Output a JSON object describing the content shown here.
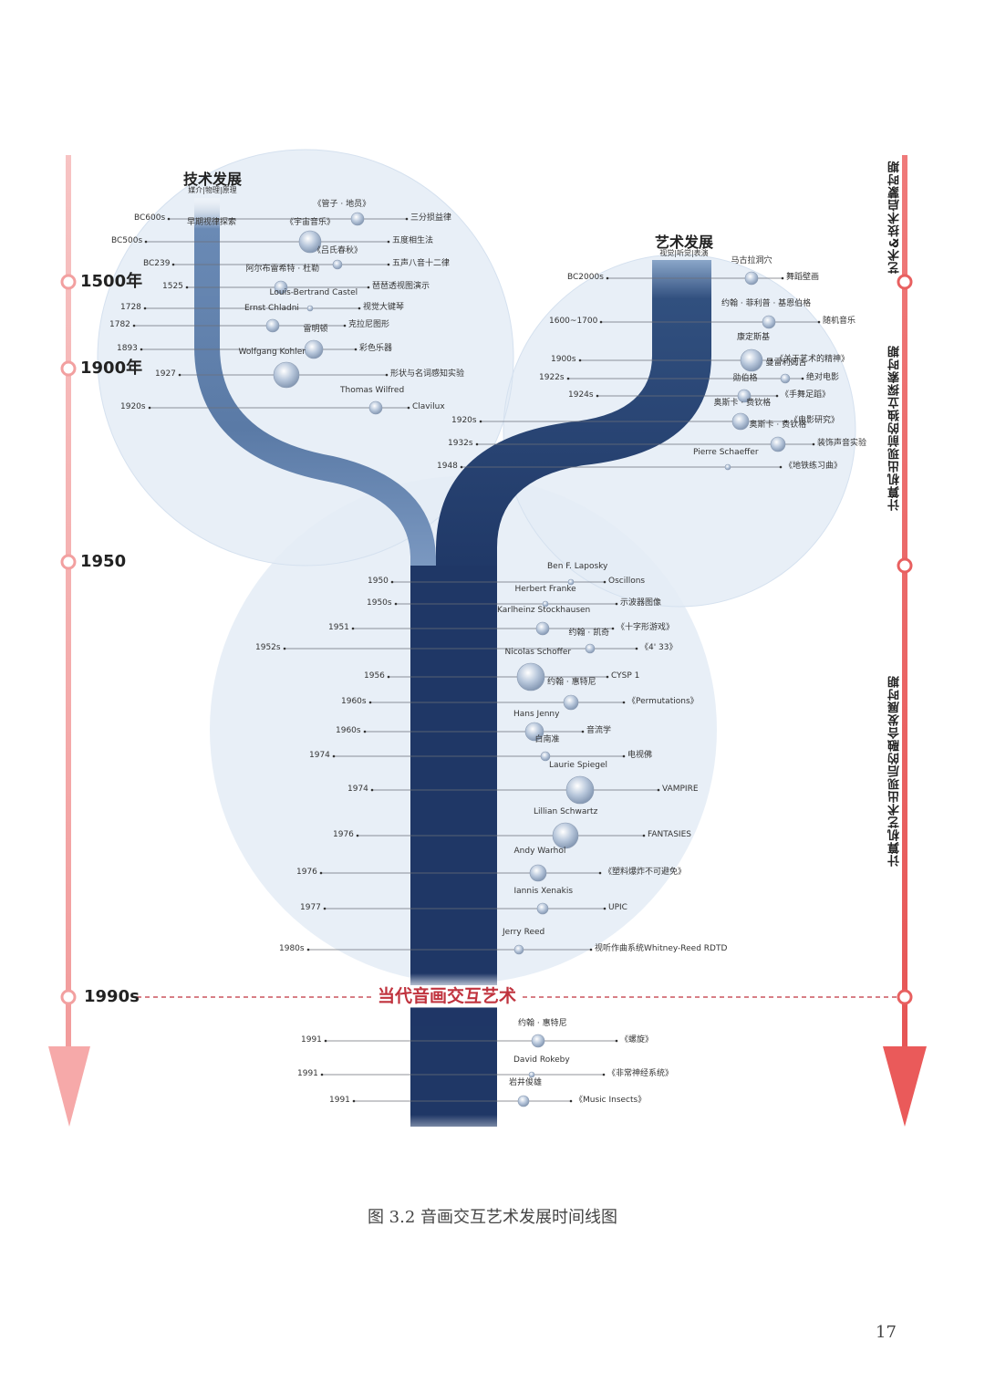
{
  "titles": {
    "tech": "技术发展",
    "tech_sub": "媒介|物理|原理",
    "art": "艺术发展",
    "art_sub": "视觉|听觉|表演",
    "banner": "当代音画交互艺术"
  },
  "periods": {
    "p1": "艺术&技术启蒙时期",
    "p2": "计算机出现前的独立探索时期",
    "p3": "计算机艺术出现后的融合发展时期"
  },
  "eras": [
    "1500年",
    "1900年",
    "1950",
    "1990s"
  ],
  "caption": "图 3.2 音画交互艺术发展时间线图",
  "page_number": "17",
  "colors": {
    "circle": "#e3ecf6",
    "trunk_dark": "#1f3766",
    "branch_mid": "#5f7faa",
    "axis_left": "#f2a7a7",
    "axis_right": "#ec6c6c",
    "banner": "#c0333e"
  },
  "tech_events": [
    {
      "date": "BC600s",
      "top": "",
      "label": "《管子 · 地员》",
      "right": "三分损益律"
    },
    {
      "date": "BC500s",
      "top": "早期视律探索",
      "label": "《宇宙音乐》",
      "right": "五度相生法"
    },
    {
      "date": "BC239",
      "top": "",
      "label": "《吕氏春秋》",
      "right": "五声八音十二律"
    },
    {
      "date": "1525",
      "top": "",
      "label": "阿尔布雷希特 · 杜勒",
      "right": "琶琶透视图演示"
    },
    {
      "date": "1728",
      "top": "",
      "label": "Louis-Bertrand Castel",
      "right": "视觉大键琴"
    },
    {
      "date": "1782",
      "top": "",
      "label": "Ernst Chladni",
      "right": "克拉尼图形"
    },
    {
      "date": "1893",
      "top": "",
      "label": "雷明顿",
      "right": "彩色乐器"
    },
    {
      "date": "1927",
      "top": "",
      "label": "Wolfgang Kohler",
      "right": "形状与名词感知实验"
    },
    {
      "date": "1920s",
      "top": "",
      "label": "Thomas Wilfred",
      "right": "Clavilux"
    }
  ],
  "art_events": [
    {
      "date": "BC2000s",
      "label": "马古拉洞穴",
      "right": "舞蹈壁画"
    },
    {
      "date": "1600~1700",
      "label": "约翰 · 菲利普 · 基恩伯格",
      "right": "随机音乐"
    },
    {
      "date": "1900s",
      "label": "康定斯基",
      "right": "《关于艺术的精神》"
    },
    {
      "date": "1922s",
      "label": "曼雷利姆吉",
      "right": "绝对电影"
    },
    {
      "date": "1924s",
      "label": "勋伯格",
      "right": "《手舞足蹈》"
    },
    {
      "date": "1920s",
      "label": "奥斯卡 · 费钦格",
      "right": "《电影研究》"
    },
    {
      "date": "1932s",
      "label": "奥斯卡 · 费钦格",
      "right": "装饰声音实验"
    },
    {
      "date": "1948",
      "label": "Pierre Schaeffer",
      "right": "《地铁练习曲》"
    }
  ],
  "trunk_events": [
    {
      "date": "1950",
      "label": "Ben F. Laposky",
      "right": "Oscillons"
    },
    {
      "date": "1950s",
      "label": "Herbert Franke",
      "right": "示波器图像"
    },
    {
      "date": "1951",
      "label": "Karlheinz Stockhausen",
      "right": "《十字形游戏》"
    },
    {
      "date": "1952s",
      "label": "约翰 · 凯奇",
      "right": "《4' 33》"
    },
    {
      "date": "1956",
      "label": "Nicolas Schoffer",
      "right": "CYSP 1"
    },
    {
      "date": "1960s",
      "label": "约翰 · 惠特尼",
      "right": "《Permutations》"
    },
    {
      "date": "1960s",
      "label": "Hans Jenny",
      "right": "音流学"
    },
    {
      "date": "1974",
      "label": "白南准",
      "right": "电视佛"
    },
    {
      "date": "1974",
      "label": "Laurie Spiegel",
      "right": "VAMPIRE"
    },
    {
      "date": "1976",
      "label": "Lillian Schwartz",
      "right": "FANTASIES"
    },
    {
      "date": "1976",
      "label": "Andy Warhol",
      "right": "《塑料爆炸不可避免》"
    },
    {
      "date": "1977",
      "label": "Iannis Xenakis",
      "right": "UPIC"
    },
    {
      "date": "1980s",
      "label": "Jerry Reed",
      "right": "视听作曲系统Whitney-Reed RDTD"
    }
  ],
  "contemporary_events": [
    {
      "date": "1991",
      "label": "约翰 · 惠特尼",
      "right": "《螺旋》"
    },
    {
      "date": "1991",
      "label": "David Rokeby",
      "right": "《非常神经系统》"
    },
    {
      "date": "1991",
      "label": "岩井俊雄",
      "right": "《Music Insects》"
    }
  ]
}
